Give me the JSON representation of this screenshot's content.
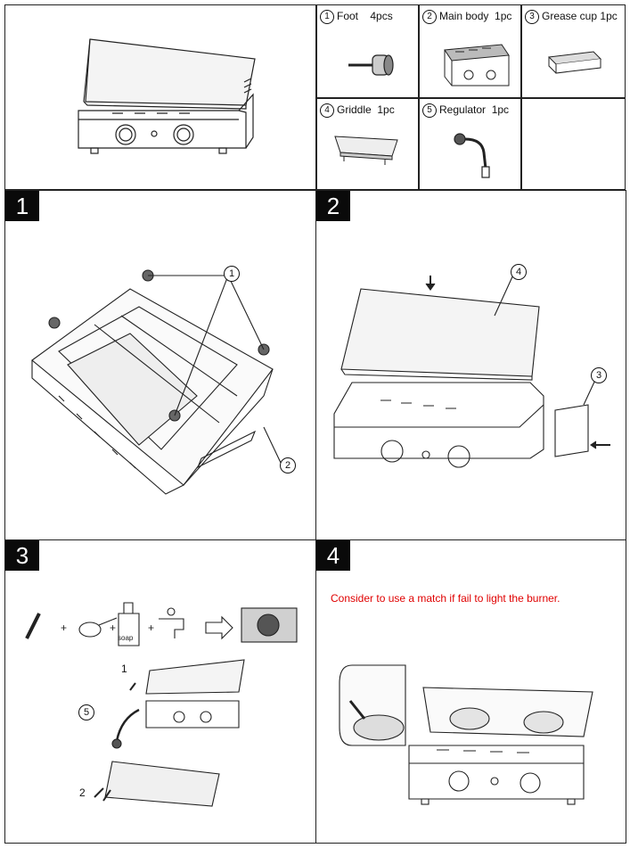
{
  "parts": [
    {
      "num": "1",
      "name": "Foot",
      "qty": "4pcs"
    },
    {
      "num": "2",
      "name": "Main body",
      "qty": "1pc"
    },
    {
      "num": "3",
      "name": "Grease cup",
      "qty": "1pc"
    },
    {
      "num": "4",
      "name": "Griddle",
      "qty": "1pc"
    },
    {
      "num": "5",
      "name": "Regulator",
      "qty": "1pc"
    }
  ],
  "steps": [
    {
      "label": "1",
      "callouts": [
        "1",
        "2"
      ]
    },
    {
      "label": "2",
      "callouts": [
        "4",
        "3"
      ]
    },
    {
      "label": "3",
      "callouts": [
        "1",
        "5",
        "2"
      ],
      "soap_label": "soap"
    },
    {
      "label": "4",
      "note": "Consider to use a match if fail to light the burner."
    }
  ],
  "colors": {
    "note": "#e00000",
    "line": "#222222",
    "label_bg": "#0a0a0a"
  }
}
